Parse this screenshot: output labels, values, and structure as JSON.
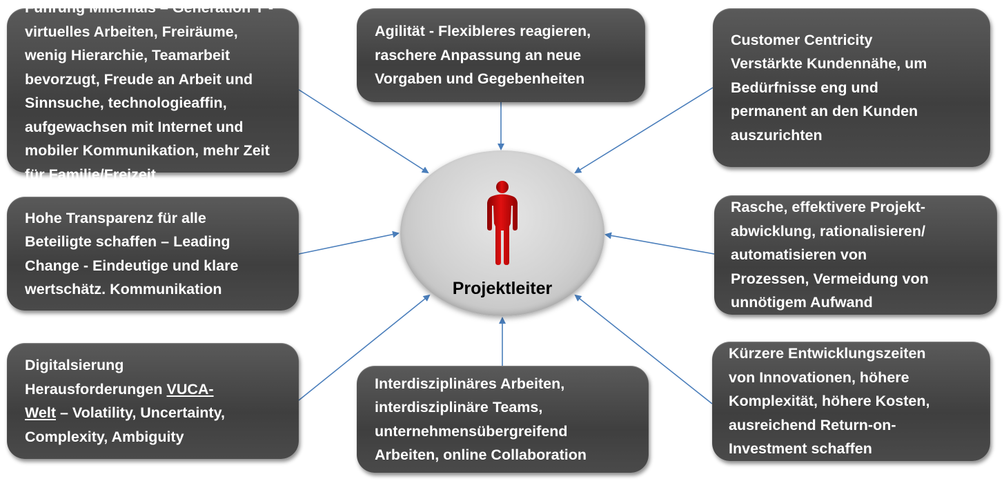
{
  "center": {
    "label": "Projektleiter",
    "icon": "person-icon"
  },
  "boxes": {
    "millenials": {
      "lines": [
        "Führung  Millenials – Generation Y -",
        "virtuelles Arbeiten, Freiräume,",
        "wenig Hierarchie, Teamarbeit",
        "bevorzugt, Freude an Arbeit und",
        "Sinnsuche, technologieaffin,",
        "aufgewachsen mit Internet und",
        "mobiler Kommunikation, mehr Zeit",
        "für Familie/Freizeit"
      ]
    },
    "agilitaet": {
      "lines": [
        "Agilität - Flexibleres reagieren,",
        "raschere Anpassung an neue",
        "Vorgaben und Gegebenheiten"
      ]
    },
    "customer": {
      "lines": [
        "Customer Centricity",
        "Verstärkte Kundennähe, um",
        "Bedürfnisse eng und",
        "permanent an den Kunden",
        "auszurichten"
      ]
    },
    "transparenz": {
      "lines": [
        "Hohe Transparenz für alle",
        "Beteiligte schaffen – Leading",
        "Change - Eindeutige und klare",
        "wertschätz. Kommunikation"
      ]
    },
    "projektabwicklung": {
      "lines": [
        "Rasche, effektivere Projekt-",
        "abwicklung, rationalisieren/",
        "automatisieren von",
        "Prozessen, Vermeidung von",
        "unnötigem Aufwand"
      ]
    },
    "digitalisierung": {
      "line1": "Digitalsierung",
      "line2_prefix": "Herausforderungen ",
      "line2_link": "VUCA-",
      "line3_link": "Welt",
      "line3_suffix": " – Volatility, Uncertainty,",
      "line4": "Complexity, Ambiguity"
    },
    "interdisziplinaer": {
      "lines": [
        "Interdisziplinäres Arbeiten,",
        "interdisziplinäre Teams,",
        "unternehmensübergreifend",
        "Arbeiten, online Collaboration"
      ]
    },
    "entwicklungszeiten": {
      "lines": [
        "Kürzere Entwicklungszeiten",
        "von Innovationen, höhere",
        "Komplexität, höhere Kosten,",
        "ausreichend Return-on-",
        "Investment schaffen"
      ]
    }
  },
  "colors": {
    "box": "#4a4a4a",
    "arrow": "#4a7ebb",
    "person": "#cc0000"
  }
}
